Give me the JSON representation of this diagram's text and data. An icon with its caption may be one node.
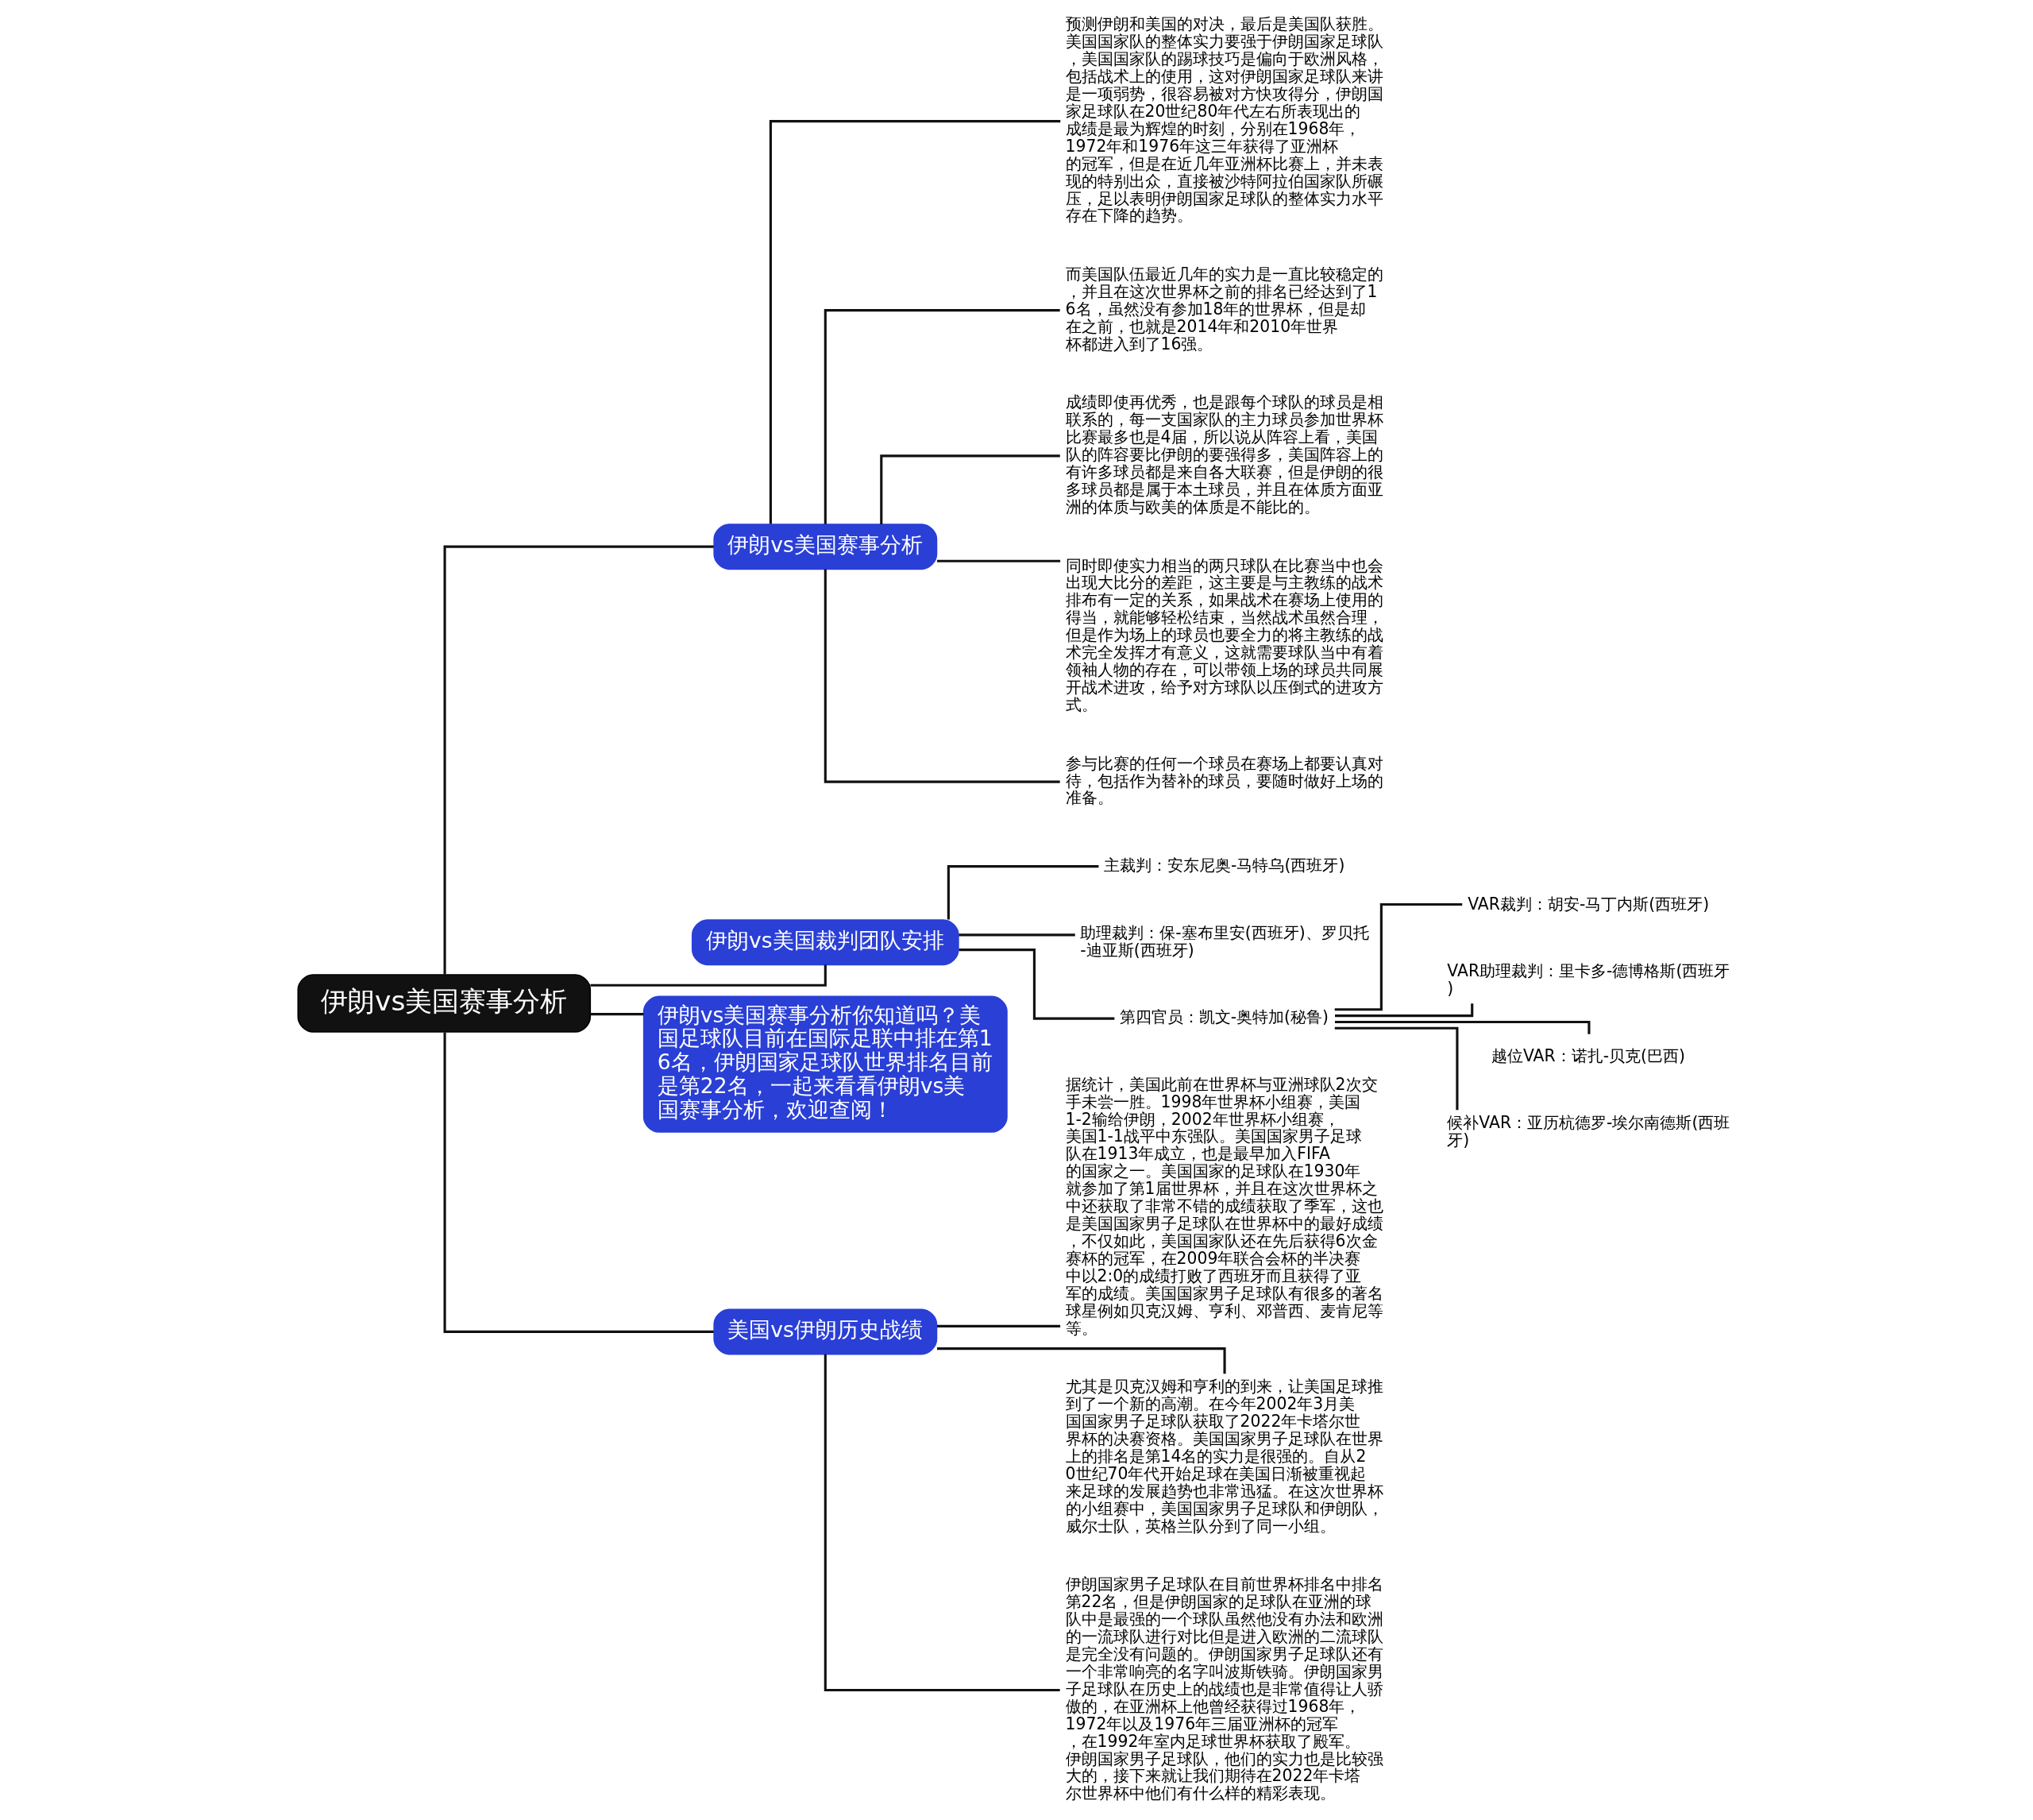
{
  "diagram": {
    "nodes": [
      {
        "text": [
          "伊朗vs美国赛事分析"
        ]
      },
      {
        "text": [
          "伊朗vs美国赛事分析"
        ]
      },
      {
        "text": [
          "预测伊朗和美国的对决，最后是美国队获胜。美国国家队的整体实力要强于伊朗国家足球队，美国国家队的踢球技巧是偏向于欧洲风格，包括战术上的使用，这对伊朗国家足球队来讲是一项弱势，很容易被对方快攻得分，伊朗国家足球队在20世纪80年代左右所表现出的成绩是最为辉煌的时刻，分别在1968年，1972年和1976年这三年获得了亚洲杯的冠军，但是在近几年亚洲杯比赛上，并未表现的特别出众，直接被沙特阿拉伯国家队所碾压，足以表明伊朗国家足球队的整体实力水平存在下降的趋势。"
        ]
      },
      {
        "text": [
          "而美国队伍最近几年的实力是一直比较稳定的，并且在这次世界杯之前的排名已经达到了16名，虽然没有参加18年的世界杯，但是却在之前，也就是2014年和2010年世界杯都进入到了16强。"
        ]
      },
      {
        "text": [
          "成绩即使再优秀，也是跟每个球队的球员是相联系的，每一支国家队的主力球员参加世界杯比赛最多也是4届，所以说从阵容上看，美国队的阵容要比伊朗的要强得多，美国阵容上的有许多球员都是来自各大联赛，但是伊朗的很多球员都是属于本土球员，并且在体质方面亚洲的体质与欧美的体质是不能比的。"
        ]
      },
      {
        "text": [
          "同时即使实力相当的两只球队在比赛当中也会出现大比分的差距，这主要是与主教练的战术排布有一定的关系，如果战术在赛场上使用的得当，就能够轻松结束，当然战术虽然合理，但是作为场上的球员也要全力的将主教练的战术完全发挥才有意义，这就需要球队当中有着领袖人物的存在，可以带领上场的球员共同展开战术进攻，给予对方球队以压倒式的进攻方式。"
        ]
      },
      {
        "text": [
          "参与比赛的任何一个球员在赛场上都要认真对待，包括作为替补的球员，要随时做好上场的准备。"
        ]
      },
      {
        "text": [
          "伊朗vs美国裁判团队安排"
        ]
      },
      {
        "text": [
          "主裁判：安东尼奥-马特乌(西班牙)"
        ]
      },
      {
        "text": [
          "助理裁判：保-塞布里安(西班牙)、罗贝托-迪亚斯(西班牙)"
        ]
      },
      {
        "text": [
          "第四官员：凯文-奥特加(秘鲁)"
        ]
      },
      {
        "text": [
          "VAR裁判：胡安-马丁内斯(西班牙)"
        ]
      },
      {
        "text": [
          "VAR助理裁判：里卡多-德博格斯(西班牙)"
        ]
      },
      {
        "text": [
          "越位VAR：诺扎-贝克(巴西)"
        ]
      },
      {
        "text": [
          "候补VAR：亚历杭德罗-埃尔南德斯(西班牙)"
        ]
      },
      {
        "text": [
          "伊朗vs美国赛事分析你知道吗？美国足球队目前在国际足联中排在第16名，伊朗国家足球队世界排名目前是第22名，一起来看看伊朗vs美国赛事分析，欢迎查阅！"
        ]
      },
      {
        "text": [
          "美国vs伊朗历史战绩"
        ]
      },
      {
        "text": [
          "据统计，美国此前在世界杯与亚洲球队2次交手未尝一胜。1998年世界杯小组赛，美国1-2输给伊朗，2002年世界杯小组赛，美国1-1战平中东强队。美国国家男子足球队在1913年成立，也是最早加入FIFA的国家之一。美国国家的足球队在1930年就参加了第1届世界杯，并且在这次世界杯之中还获取了非常不错的成绩获取了季军，这也是美国国家男子足球队在世界杯中的最好成绩，不仅如此，美国国家队还在先后获得6次金赛杯的冠军，在2009年联合会杯的半决赛中以2:0的成绩打败了西班牙而且获得了亚军的成绩。美国国家男子足球队有很多的著名球星例如贝克汉姆、亨利、邓普西、麦肯尼等等。"
        ]
      },
      {
        "text": [
          "尤其是贝克汉姆和亨利的到来，让美国足球推到了一个新的高潮。在今年2002年3月美国国家男子足球队获取了2022年卡塔尔世界杯的决赛资格。美国国家男子足球队在世界上的排名是第14名的实力是很强的。自从20世纪70年代开始足球在美国日渐被重视起来足球的发展趋势也非常迅猛。在这次世界杯的小组赛中，美国国家男子足球队和伊朗队，威尔士队，英格兰队分到了同一小组。"
        ]
      },
      {
        "text": [
          "伊朗国家男子足球队在目前世界杯排名中排名第22名，但是伊朗国家的足球队在亚洲的球队中是最强的一个球队虽然他没有办法和欧洲的一流球队进行对比但是进入欧洲的二流球队是完全没有问题的。伊朗国家男子足球队还有一个非常响亮的名字叫波斯铁骑。伊朗国家男子足球队在历史上的战绩也是非常值得让人骄傲的，在亚洲杯上他曾经获得过1968年，1972年以及1976年三届亚洲杯的冠军，在1992年室内足球世界杯获取了殿军。伊朗国家男子足球队，他们的实力也是比较强大的，接下来就让我们期待在2022年卡塔尔世界杯中他们有什么样的精彩表现。"
        ]
      }
    ],
    "edges": [
      {
        "from": 0,
        "to": 1,
        "arrow": "none"
      },
      {
        "from": 1,
        "to": 2,
        "arrow": "none"
      },
      {
        "from": 1,
        "to": 3,
        "arrow": "none"
      },
      {
        "from": 1,
        "to": 4,
        "arrow": "none"
      },
      {
        "from": 1,
        "to": 5,
        "arrow": "none"
      },
      {
        "from": 1,
        "to": 6,
        "arrow": "none"
      },
      {
        "from": 0,
        "to": 7,
        "arrow": "none"
      },
      {
        "from": 7,
        "to": 8,
        "arrow": "none"
      },
      {
        "from": 7,
        "to": 9,
        "arrow": "none"
      },
      {
        "from": 7,
        "to": 10,
        "arrow": "none"
      },
      {
        "from": 10,
        "to": 11,
        "arrow": "none"
      },
      {
        "from": 10,
        "to": 12,
        "arrow": "none"
      },
      {
        "from": 10,
        "to": 13,
        "arrow": "none"
      },
      {
        "from": 10,
        "to": 14,
        "arrow": "none"
      },
      {
        "from": 0,
        "to": 15,
        "arrow": "none"
      },
      {
        "from": 0,
        "to": 16,
        "arrow": "none"
      },
      {
        "from": 16,
        "to": 17,
        "arrow": "none"
      },
      {
        "from": 16,
        "to": 18,
        "arrow": "none"
      },
      {
        "from": 16,
        "to": 19,
        "arrow": "none"
      }
    ]
  }
}
